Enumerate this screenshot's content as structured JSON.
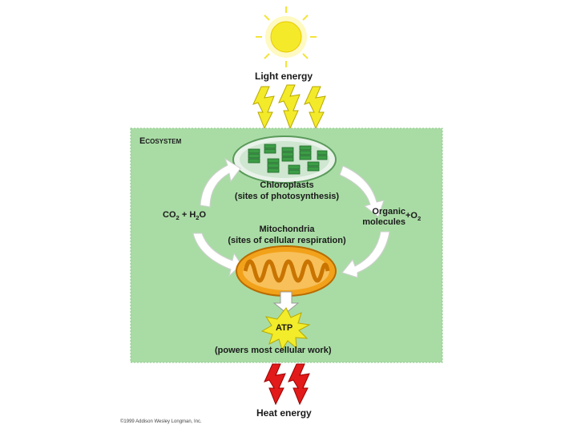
{
  "top_label": "Light energy",
  "ecosystem": {
    "first_letter": "E",
    "rest": "COSYSTEM"
  },
  "chloroplast": {
    "line1": "Chloroplasts",
    "line2": "(sites of photosynthesis)"
  },
  "left_molecules": {
    "co": "CO",
    "co_sub": "2",
    "plus": " + H",
    "h_sub": "2",
    "o": "O"
  },
  "right_molecules": {
    "line1": "Organic",
    "line2": "molecules",
    "plus": "+O",
    "o_sub": "2"
  },
  "mitochondria": {
    "line1": "Mitochondria",
    "line2": "(sites of cellular respiration)"
  },
  "atp_label": "ATP",
  "atp_caption": "(powers most cellular work)",
  "bottom_label": "Heat energy",
  "copyright": "©1999 Addison Wesley Longman, Inc.",
  "colors": {
    "ecosystem_fill": "#a9dca5",
    "sun": "#f5ea2a",
    "light_bolt": "#f3ea2a",
    "heat_bolt": "#e21a1a",
    "chloroplast_green": "#4caf50",
    "mitochondria_orange": "#f2a21a",
    "atp_burst": "#f2ec2a"
  }
}
